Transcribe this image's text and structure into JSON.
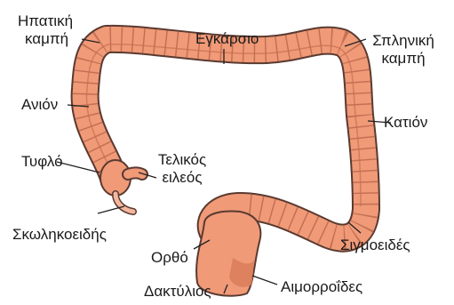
{
  "labels": {
    "hepatic_flexure_l1": "Ηπατική",
    "hepatic_flexure_l2": "καμπή",
    "transverse": "Εγκάρσιο",
    "splenic_flexure_l1": "Σπληνική",
    "splenic_flexure_l2": "καμπή",
    "ascending": "Ανιόν",
    "descending": "Κατιόν",
    "cecum": "Τυφλό",
    "terminal_ileum_l1": "Τελικός",
    "terminal_ileum_l2": "ειλεός",
    "appendix": "Σκωληκοειδής",
    "sigmoid": "Σιγμοειδές",
    "rectum": "Ορθό",
    "hemorrhoids": "Αιμορροΐδες",
    "anus": "Δακτύλιος"
  },
  "colors": {
    "colon_fill": "#f09a78",
    "colon_shade": "#d97a58",
    "colon_outline": "#5a3a30",
    "leader_line": "#222222"
  }
}
